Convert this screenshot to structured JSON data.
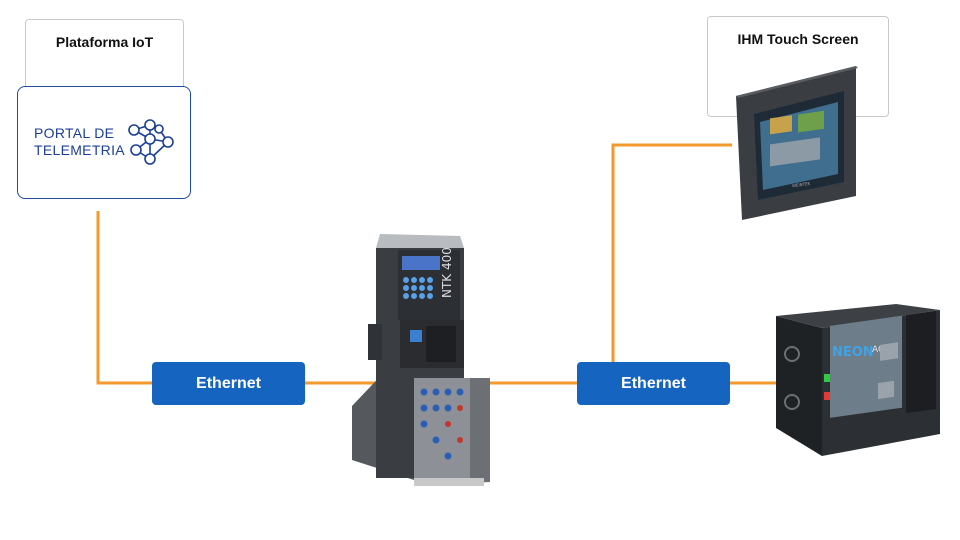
{
  "iot_platform": {
    "title": "Plataforma IoT",
    "portal_line1": "PORTAL DE",
    "portal_line2": "TELEMETRIA"
  },
  "hmi": {
    "title": "IHM Touch Screen"
  },
  "links": [
    {
      "label": "Ethernet"
    },
    {
      "label": "Ethernet"
    }
  ],
  "trainer": {
    "model": "NTK 400"
  },
  "controller": {
    "brand": "NEON",
    "suffix": "AC"
  },
  "colors": {
    "connector": "#f39a2e",
    "ethernet_button": "#1565c0",
    "portal_text": "#1b3f94"
  }
}
